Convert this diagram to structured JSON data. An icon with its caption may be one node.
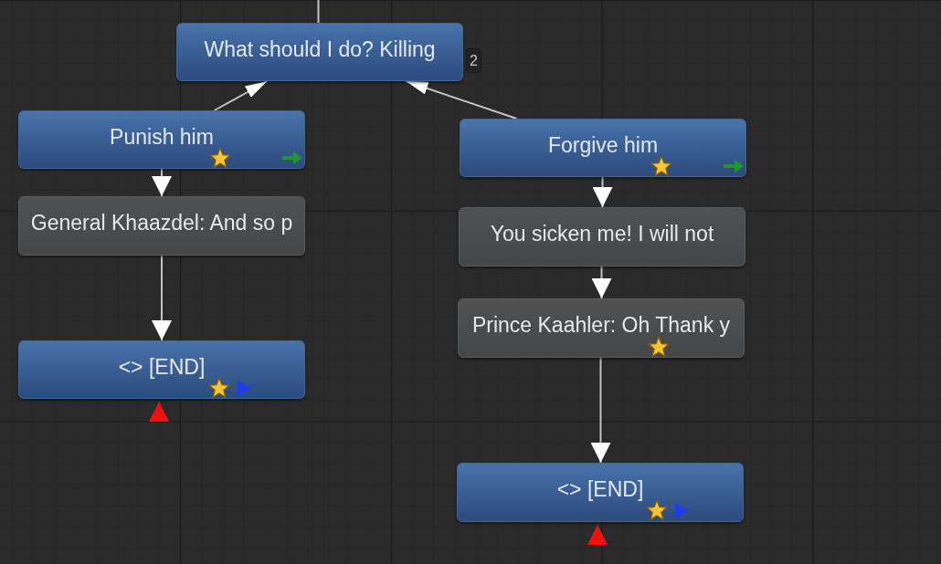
{
  "diagram": {
    "nodes": [
      {
        "text": [
          "What should I do? Killing"
        ],
        "beside": [
          "2"
        ]
      },
      {
        "text": [
          "Punish him"
        ]
      },
      {
        "text": [
          "Forgive him"
        ]
      },
      {
        "text": [
          "General Khaazdel: And so p"
        ]
      },
      {
        "text": [
          "You sicken me! I will not"
        ]
      },
      {
        "text": [
          "Prince Kaahler: Oh Thank y"
        ]
      },
      {
        "text": [
          "<> [END]"
        ]
      },
      {
        "text": [
          "<> [END]"
        ]
      }
    ],
    "edges": [
      {
        "from": null,
        "to": 0,
        "arrow": "none"
      },
      {
        "from": 1,
        "to": 0,
        "arrow": "to"
      },
      {
        "from": 2,
        "to": 0,
        "arrow": "to"
      },
      {
        "from": 1,
        "to": 3,
        "arrow": "to"
      },
      {
        "from": 3,
        "to": 6,
        "arrow": "to"
      },
      {
        "from": 2,
        "to": 4,
        "arrow": "to"
      },
      {
        "from": 4,
        "to": 5,
        "arrow": "to"
      },
      {
        "from": 5,
        "to": 7,
        "arrow": "to"
      }
    ]
  }
}
